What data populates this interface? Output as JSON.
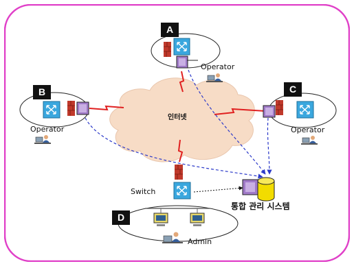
{
  "badges": {
    "a": "A",
    "b": "B",
    "c": "C",
    "d": "D"
  },
  "labels": {
    "operator_a": "Operator",
    "operator_b": "Operator",
    "operator_c": "Operator",
    "internet": "인터넷",
    "switch": "Switch",
    "system": "통합 관리 시스템",
    "admin": "Admin"
  },
  "colors": {
    "frame": "#e040c8",
    "cloud": "#f7dcc6",
    "switch": "#3aa7de",
    "router": "#a07ac8",
    "firewall": "#c0392b",
    "link": "#e02020",
    "dashed": "#2b39c9",
    "db": "#f2dc00"
  }
}
